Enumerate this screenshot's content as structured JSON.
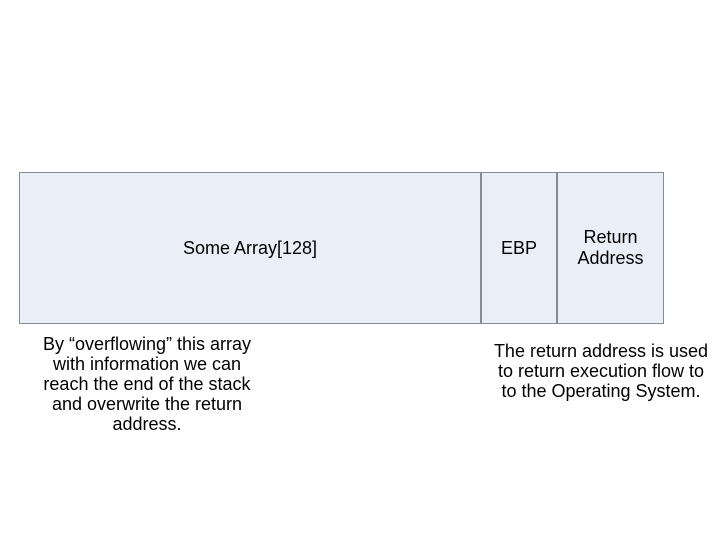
{
  "slide": {
    "background": "#ffffff",
    "text_color": "#000000"
  },
  "diagram": {
    "box_fill": "#e9eef7",
    "box_border": "#848b96",
    "boxes": [
      {
        "id": "some-array",
        "label": "Some Array[128]"
      },
      {
        "id": "ebp",
        "label": "EBP"
      },
      {
        "id": "return-address",
        "label": "Return\nAddress"
      }
    ]
  },
  "captions": {
    "left": "By “overflowing” this array\nwith information we can\nreach the end of the stack\nand overwrite the return\naddress.",
    "right": "The return address is used\nto return execution flow to\nto the Operating System."
  }
}
